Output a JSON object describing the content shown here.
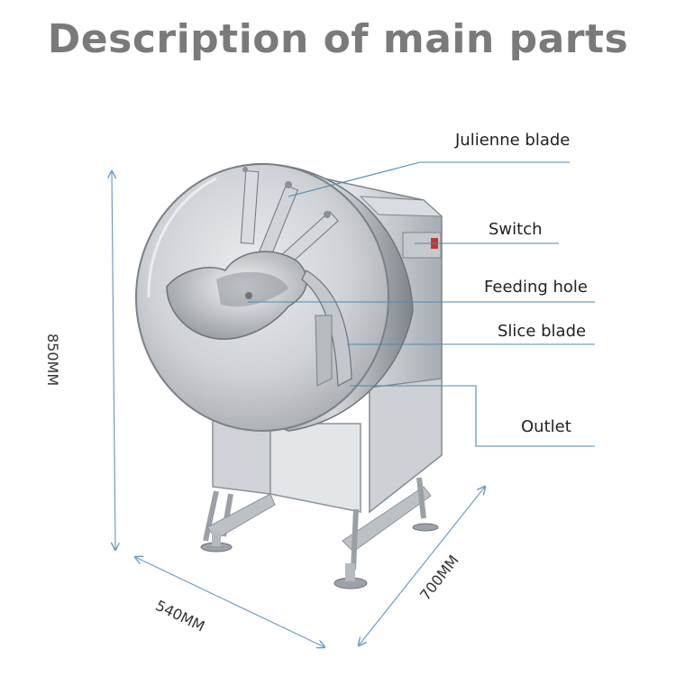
{
  "title": "Description of main parts",
  "parts": {
    "julienne_blade": "Julienne blade",
    "switch": "Switch",
    "feeding_hole": "Feeding hole",
    "slice_blade": "Slice blade",
    "outlet": "Outlet"
  },
  "dimensions": {
    "height": "850MM",
    "width": "540MM",
    "depth": "700MM"
  },
  "colors": {
    "title": "#7a7a7a",
    "leader_line": "#4a88b8",
    "dimension_line": "#6e9cc8",
    "steel": "#c9ccd0"
  }
}
